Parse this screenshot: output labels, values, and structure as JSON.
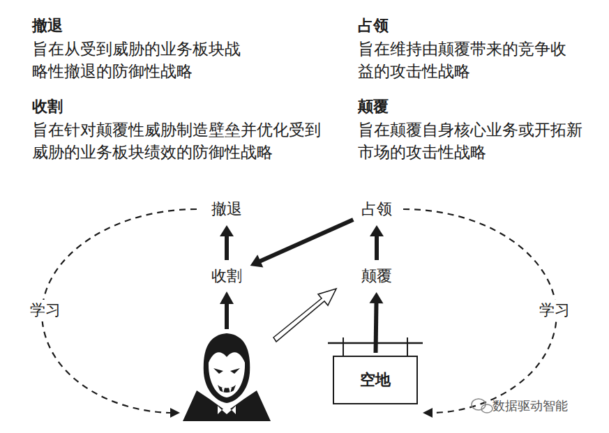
{
  "diagram": {
    "nodes": [
      {
        "text": [
          "撤退"
        ]
      },
      {
        "text": [
          "占领"
        ]
      },
      {
        "text": [
          "收割"
        ]
      },
      {
        "text": [
          "颠覆"
        ]
      },
      {
        "text": [
          "空地"
        ]
      }
    ],
    "edges": [
      {
        "from": 2,
        "to": 0,
        "arrow": "to"
      },
      {
        "from": 3,
        "to": 1,
        "arrow": "to"
      },
      {
        "from": 4,
        "to": 3,
        "arrow": "to"
      },
      {
        "from": 1,
        "to": 2,
        "arrow": "to"
      }
    ],
    "labels": [
      "撤退",
      "旨在从受到威胁的业务板块战略性撤退的防御性战略",
      "占领",
      "旨在维持由颠覆带来的竞争收益的攻击性战略",
      "收割",
      "旨在针对颠覆性威胁制造壁垒并优化受到威胁的业务板块绩效的防御性战略",
      "颠覆",
      "旨在颠覆自身核心业务或开拓新市场的攻击性战略",
      "学习",
      "学习",
      "数据驱动智能"
    ]
  }
}
